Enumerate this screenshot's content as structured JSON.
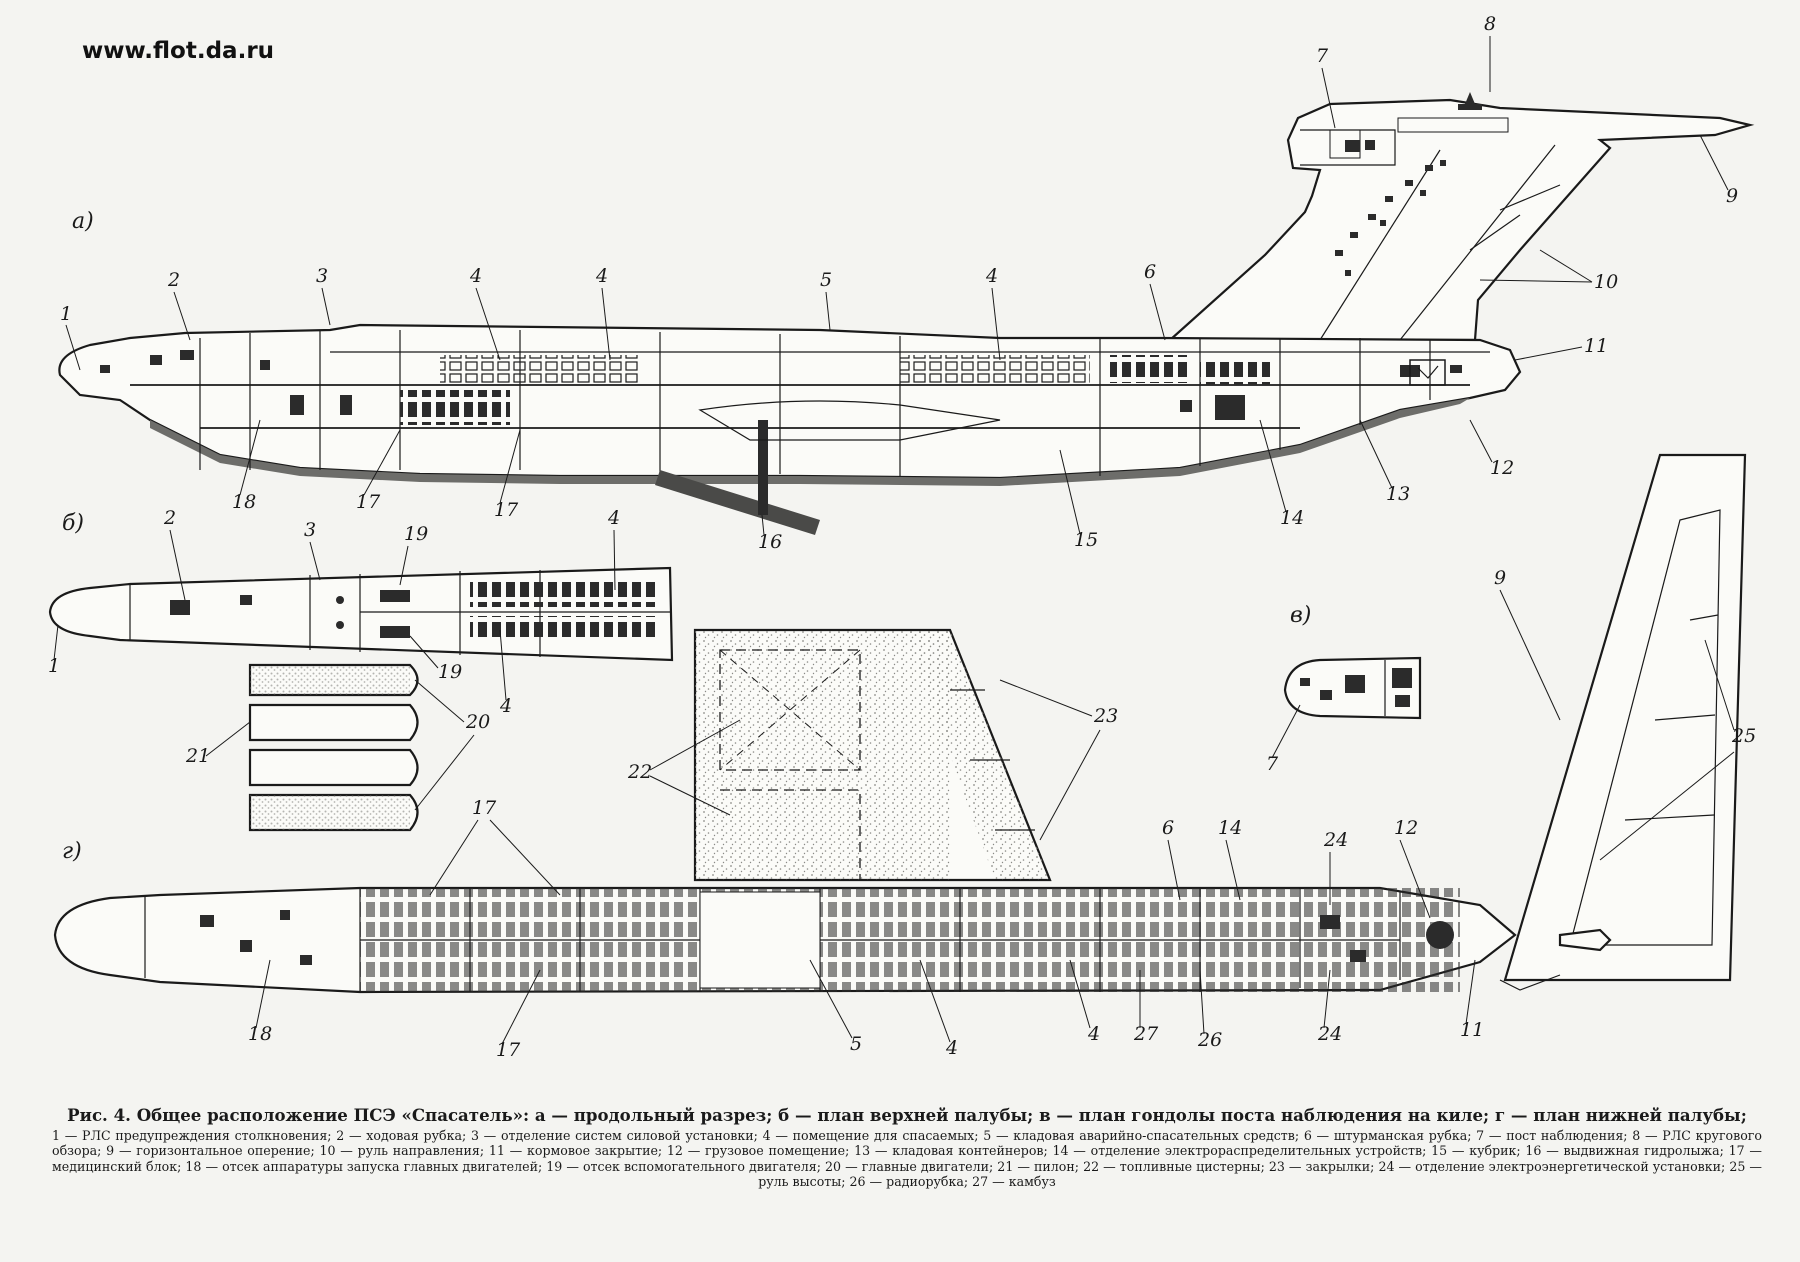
{
  "site": "www.flot.da.ru",
  "view_labels": {
    "a": "а)",
    "b": "б)",
    "v": "в)",
    "g": "г)"
  },
  "callouts": {
    "a": [
      "1",
      "2",
      "3",
      "4",
      "4",
      "5",
      "4",
      "6",
      "7",
      "8",
      "9",
      "10",
      "11",
      "12",
      "13",
      "14",
      "15",
      "16",
      "17",
      "17",
      "18"
    ],
    "b": [
      "1",
      "2",
      "3",
      "19",
      "19",
      "4",
      "4",
      "20",
      "21"
    ],
    "v": [
      "7"
    ],
    "g": [
      "17",
      "17",
      "18",
      "5",
      "4",
      "4",
      "6",
      "14",
      "24",
      "24",
      "12",
      "11",
      "27",
      "26",
      "9",
      "25",
      "22",
      "23"
    ]
  },
  "caption": {
    "title": "Рис. 4. Общее расположение ПСЭ «Спасатель»: а — продольный разрез; б — план верхней палубы; в — план гондолы поста наблюдения на киле; г — план нижней палубы;",
    "legend": "1 — РЛС предупреждения столкновения; 2 — ходовая рубка; 3 — отделение систем силовой установки; 4 — помещение для спасаемых; 5 — кладовая аварийно-спасательных средств; 6 — штурманская рубка; 7 — пост наблюдения; 8 — РЛС кругового обзора; 9 — горизонтальное оперение; 10 — руль направления; 11 — кормовое закрытие; 12 — грузовое помещение; 13 — кладовая контейнеров; 14 — отделение электрораспределительных устройств; 15 — кубрик; 16 — выдвижная гидролыжа; 17 — медицинский блок; 18 — отсек аппаратуры запуска главных двигателей; 19 — отсек вспомогательного двигателя; 20 — главные двигатели; 21 — пилон; 22 — топливные цистерны; 23 — закрылки; 24 — отделение электроэнергетической установки; 25 — руль высоты; 26 — радиорубка; 27 — камбуз"
  },
  "colors": {
    "ink": "#1a1a1a",
    "paper": "#f4f4f1",
    "stipple": "#8a8a86"
  }
}
